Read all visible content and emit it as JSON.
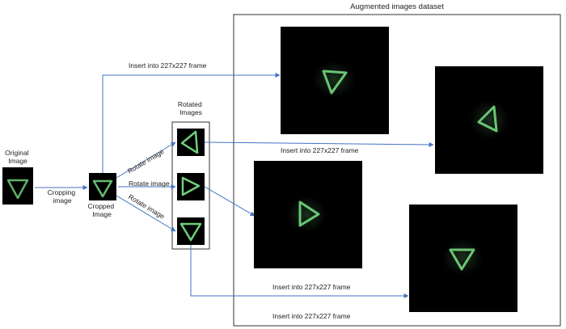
{
  "title": "Augmented images dataset",
  "original_label": [
    "Original",
    "Image"
  ],
  "cropping_label": [
    "Cropping",
    "image"
  ],
  "cropped_label": [
    "Cropped",
    "Image"
  ],
  "rotated_label": [
    "Rotated",
    "Images"
  ],
  "rotate_labels": [
    "Rotate image",
    "Rotate image",
    "Rotate image"
  ],
  "insert_labels": [
    "Insert into 227x227 frame",
    "Insert into 227x227 frame",
    "Insert into 227x227 frame",
    "Insert into 227x227 frame"
  ],
  "colors": {
    "arrow": "#4472c4",
    "frame_bg": "#000000",
    "shape": "#6fcf7a",
    "border": "#333333"
  }
}
